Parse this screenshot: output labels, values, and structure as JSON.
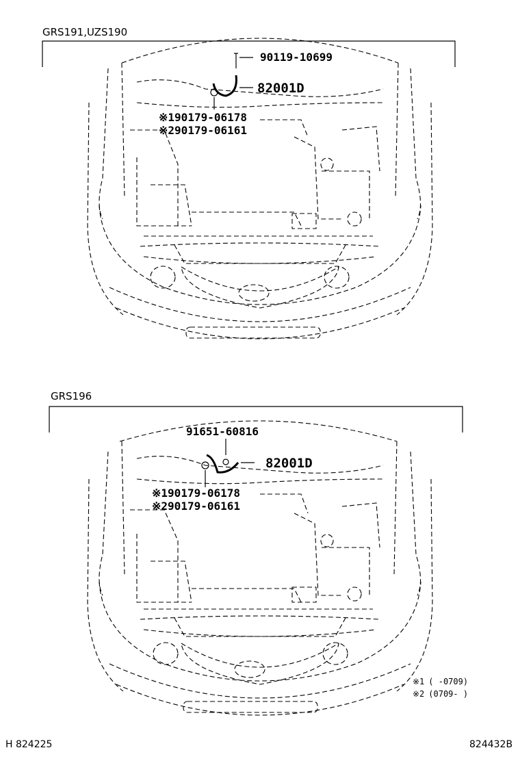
{
  "diagrams": [
    {
      "model_label": "GRS191,UZS190",
      "parts": [
        {
          "number": "90119-10699"
        },
        {
          "number": "82001D"
        },
        {
          "number": "90179-06178",
          "note_mark": "※1"
        },
        {
          "number": "90179-06161",
          "note_mark": "※2"
        }
      ]
    },
    {
      "model_label": "GRS196",
      "parts": [
        {
          "number": "91651-60816"
        },
        {
          "number": "82001D"
        },
        {
          "number": "90179-06178",
          "note_mark": "※1"
        },
        {
          "number": "90179-06161",
          "note_mark": "※2"
        }
      ]
    }
  ],
  "notes": [
    {
      "mark": "※1",
      "range": "(    -0709)"
    },
    {
      "mark": "※2",
      "range": "(0709-    )"
    }
  ],
  "footer": {
    "left_code": "H 824225",
    "right_code": "824432B"
  },
  "style": {
    "line_color": "#000000",
    "background": "#ffffff"
  }
}
